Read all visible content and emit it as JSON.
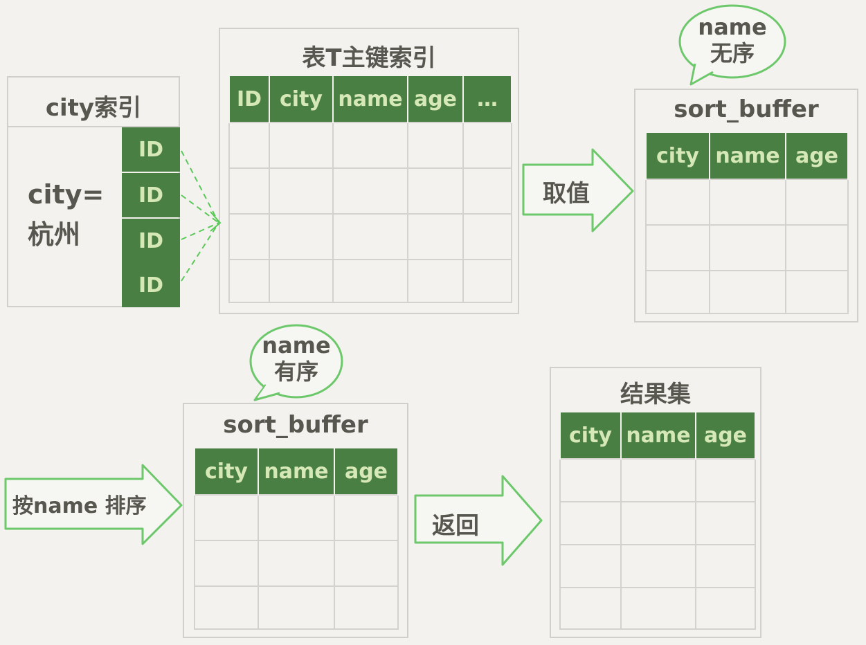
{
  "city_index": {
    "title": "city索引",
    "label_line1": "city=",
    "label_line2": "杭州",
    "id_cells": [
      "ID",
      "ID",
      "ID",
      "ID"
    ]
  },
  "primary_index": {
    "title": "表T主键索引",
    "columns": [
      "ID",
      "city",
      "name",
      "age",
      "…"
    ]
  },
  "fetch_arrow": {
    "label": "取值"
  },
  "unsorted_bubble": {
    "line1": "name",
    "line2": "无序"
  },
  "sort_buffer_unsorted": {
    "title": "sort_buffer",
    "columns": [
      "city",
      "name",
      "age"
    ]
  },
  "sort_arrow": {
    "label": "按name 排序"
  },
  "sorted_bubble": {
    "line1": "name",
    "line2": "有序"
  },
  "sort_buffer_sorted": {
    "title": "sort_buffer",
    "columns": [
      "city",
      "name",
      "age"
    ]
  },
  "return_arrow": {
    "label": "返回"
  },
  "result_set": {
    "title": "结果集",
    "columns": [
      "city",
      "name",
      "age"
    ]
  }
}
